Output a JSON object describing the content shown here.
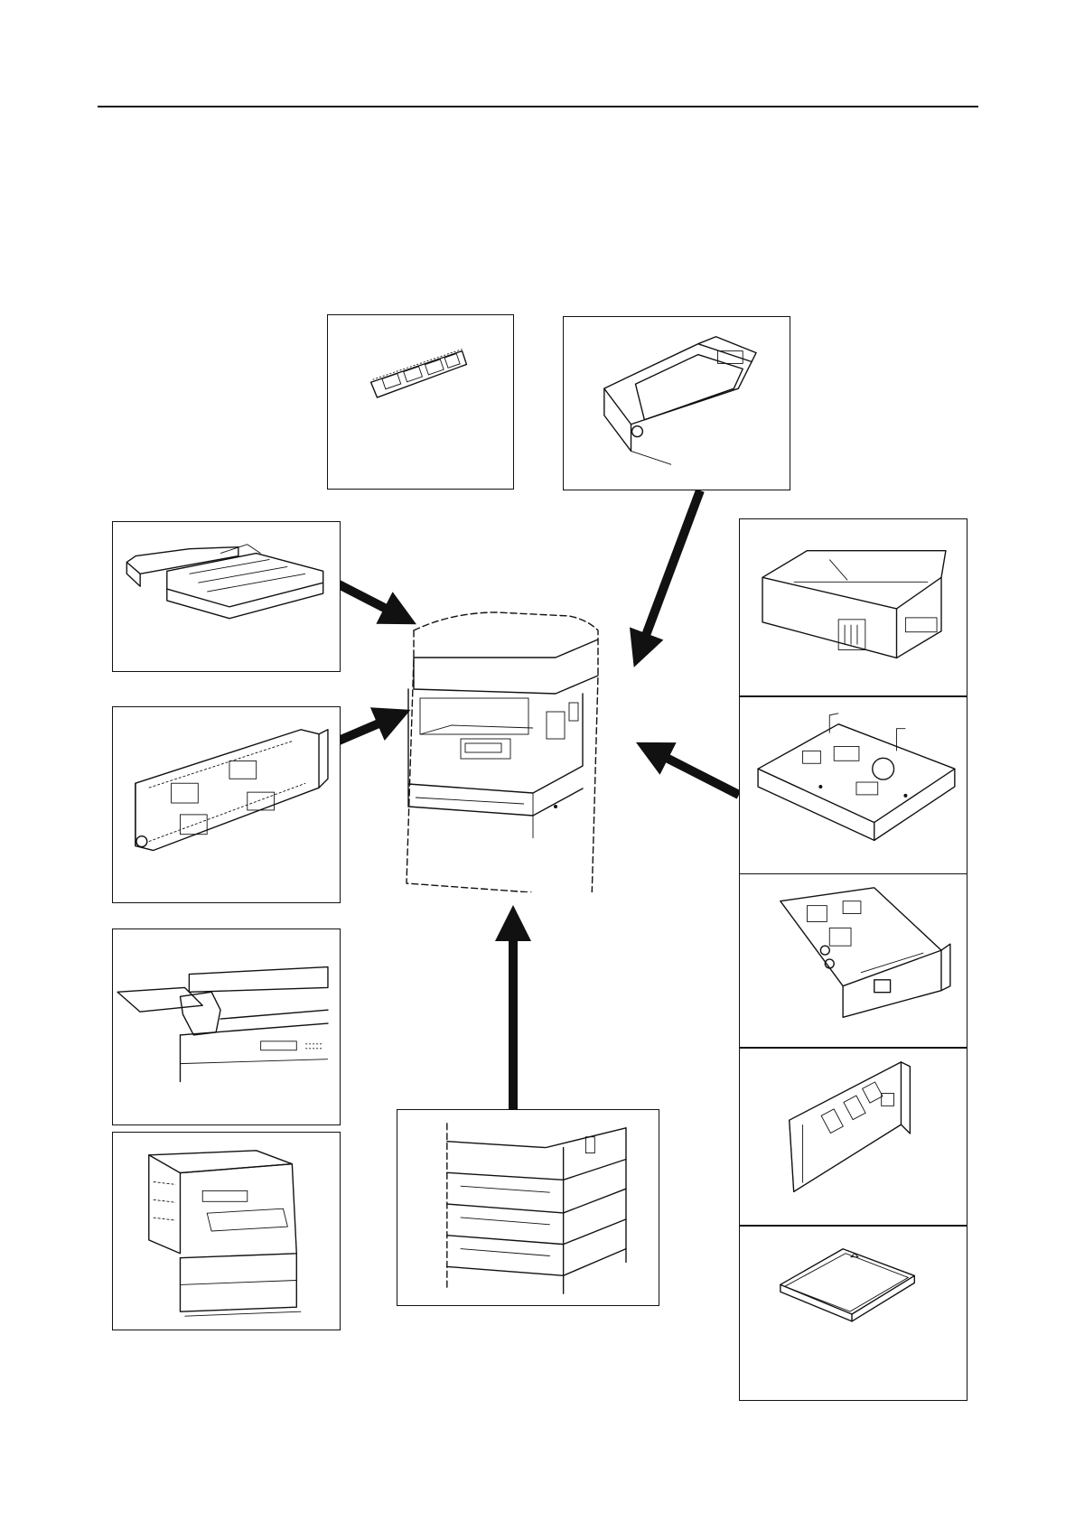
{
  "document": {
    "type": "options-diagram",
    "colors": {
      "line": "#111111",
      "background": "#ffffff"
    }
  },
  "options": [
    {
      "id": "memory-module",
      "icon": "memory-module-icon"
    },
    {
      "id": "hard-disk",
      "icon": "hard-disk-icon"
    },
    {
      "id": "document-processor",
      "icon": "document-processor-icon"
    },
    {
      "id": "duplex-unit",
      "icon": "duplex-unit-icon"
    },
    {
      "id": "job-separator",
      "icon": "job-separator-icon"
    },
    {
      "id": "fax-copier",
      "icon": "copier-with-fax-icon"
    },
    {
      "id": "paper-feeder",
      "icon": "paper-feeder-icon"
    },
    {
      "id": "key-counter",
      "icon": "key-counter-icon"
    },
    {
      "id": "printer-board",
      "icon": "printer-board-icon"
    },
    {
      "id": "network-card",
      "icon": "network-interface-card-icon"
    },
    {
      "id": "fax-board",
      "icon": "fax-board-icon"
    },
    {
      "id": "memory-card",
      "icon": "compact-flash-card-icon"
    }
  ],
  "main_unit": {
    "icon": "copier-main-unit-icon"
  }
}
